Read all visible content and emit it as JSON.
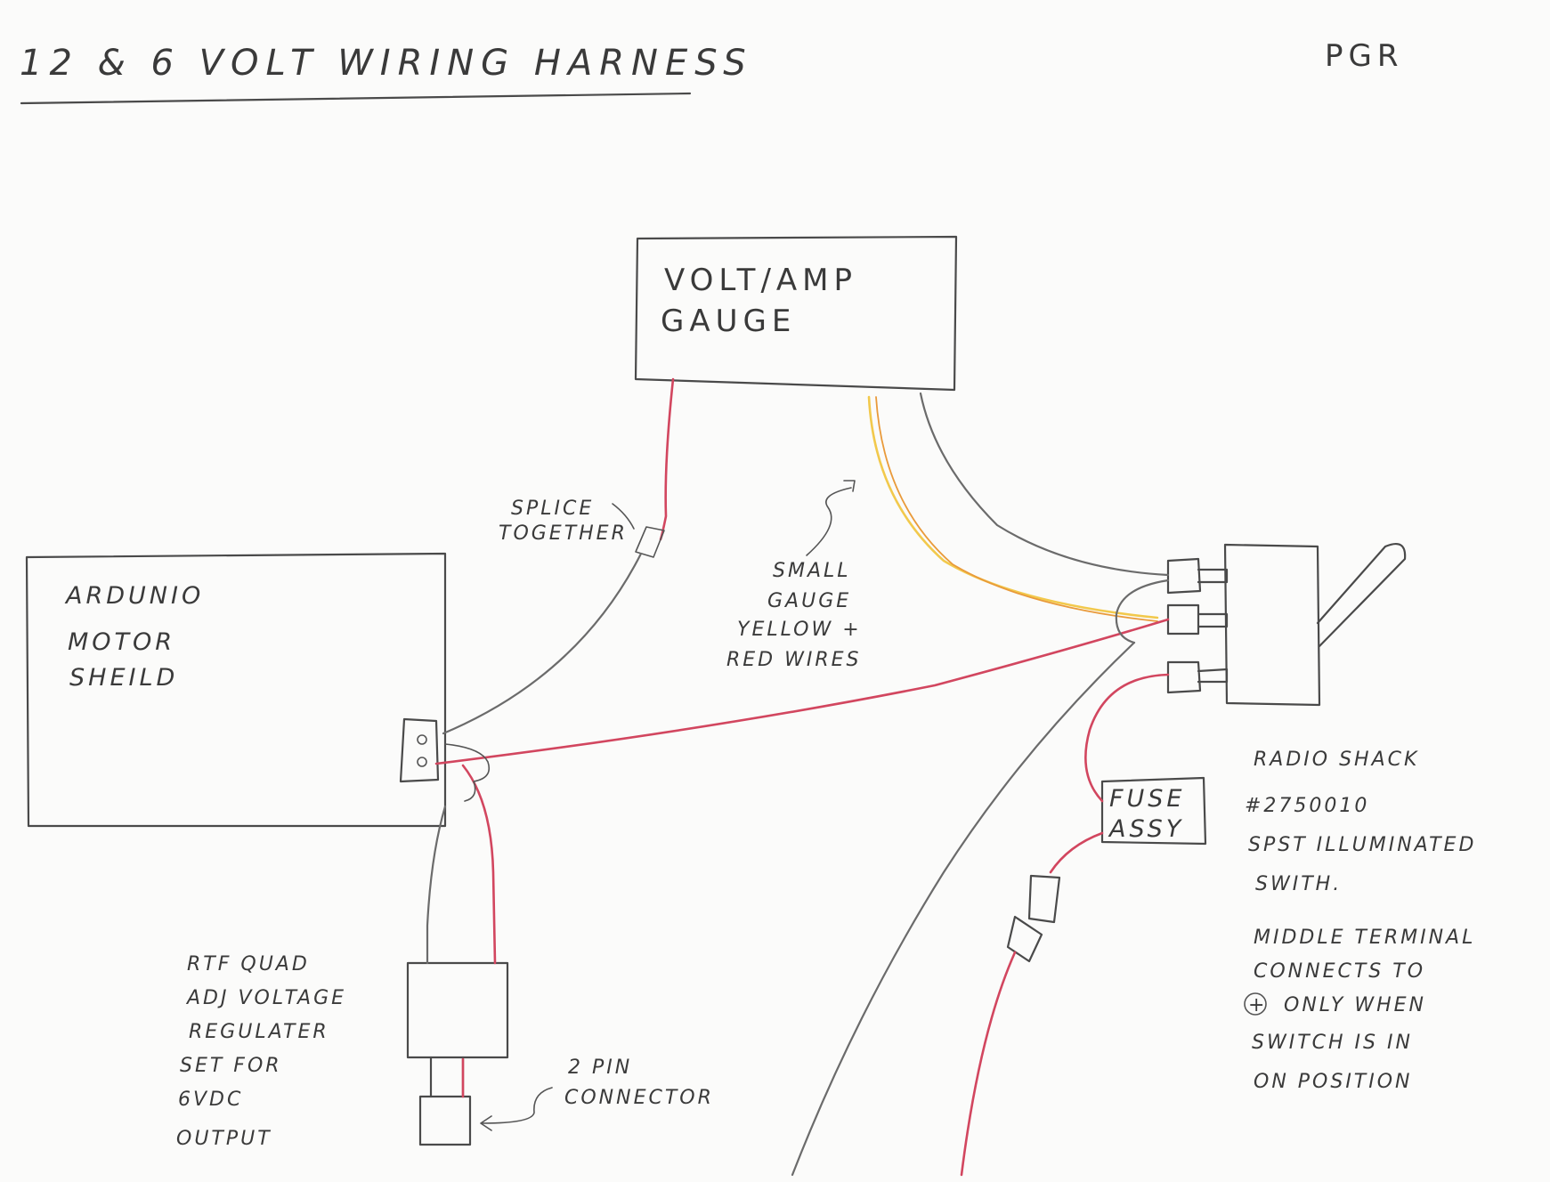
{
  "title": "12 & 6 VOLT WIRING HARNESS",
  "initials": "PGR",
  "components": {
    "gauge": [
      "VOLT/AMP",
      "GAUGE"
    ],
    "arduino": [
      "ARDUNIO",
      "MOTOR",
      "SHEILD"
    ],
    "fuse": [
      "FUSE",
      "ASSY"
    ]
  },
  "notes": {
    "splice": [
      "SPLICE",
      "TOGETHER"
    ],
    "small_gauge": [
      "SMALL",
      "GAUGE",
      "YELLOW +",
      "RED WIRES"
    ],
    "regulator": [
      "RTF QUAD",
      "ADJ VOLTAGE",
      "REGULATER",
      "SET FOR",
      "6VDC",
      "OUTPUT"
    ],
    "connector": [
      "2 PIN",
      "CONNECTOR"
    ],
    "switch": [
      "RADIO SHACK",
      "#2750010",
      "SPST ILLUMINATED",
      "SWITH."
    ],
    "middle_terminal": [
      "MIDDLE TERMINAL",
      "CONNECTS TO",
      "ONLY WHEN",
      "SWITCH IS IN",
      "ON POSITION"
    ],
    "plus_symbol": "+"
  },
  "colors": {
    "pencil": "#4a4a4a",
    "red_wire": "#d2465f",
    "yellow_wire": "#f2c94c",
    "paper": "#fbfbfa"
  }
}
